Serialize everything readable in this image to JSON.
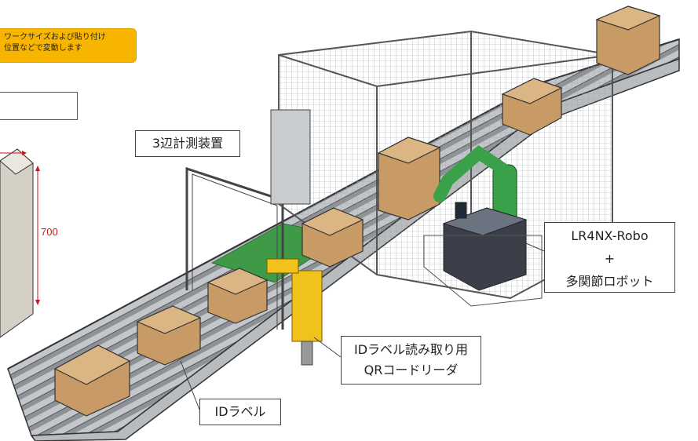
{
  "note": {
    "line1": "ワークサイズおよび貼り付け",
    "line2": "位置などで変動します"
  },
  "dimension_label": "700",
  "labels": {
    "measure": "3辺計測装置",
    "robo_line1": "LR4NX-Robo",
    "robo_line2": "+",
    "robo_line3": "多関節ロボット",
    "reader_line1": "IDラベル読み取り用",
    "reader_line2": "QRコードリーダ",
    "id_label": "IDラベル"
  },
  "colors": {
    "note_bg": "#f7b500",
    "arrow_red": "#d0121b",
    "box_brown": "#c89a66",
    "robot_green": "#3aa04a",
    "reader_yellow": "#f1c21b",
    "guard_green": "#3f9a48"
  }
}
